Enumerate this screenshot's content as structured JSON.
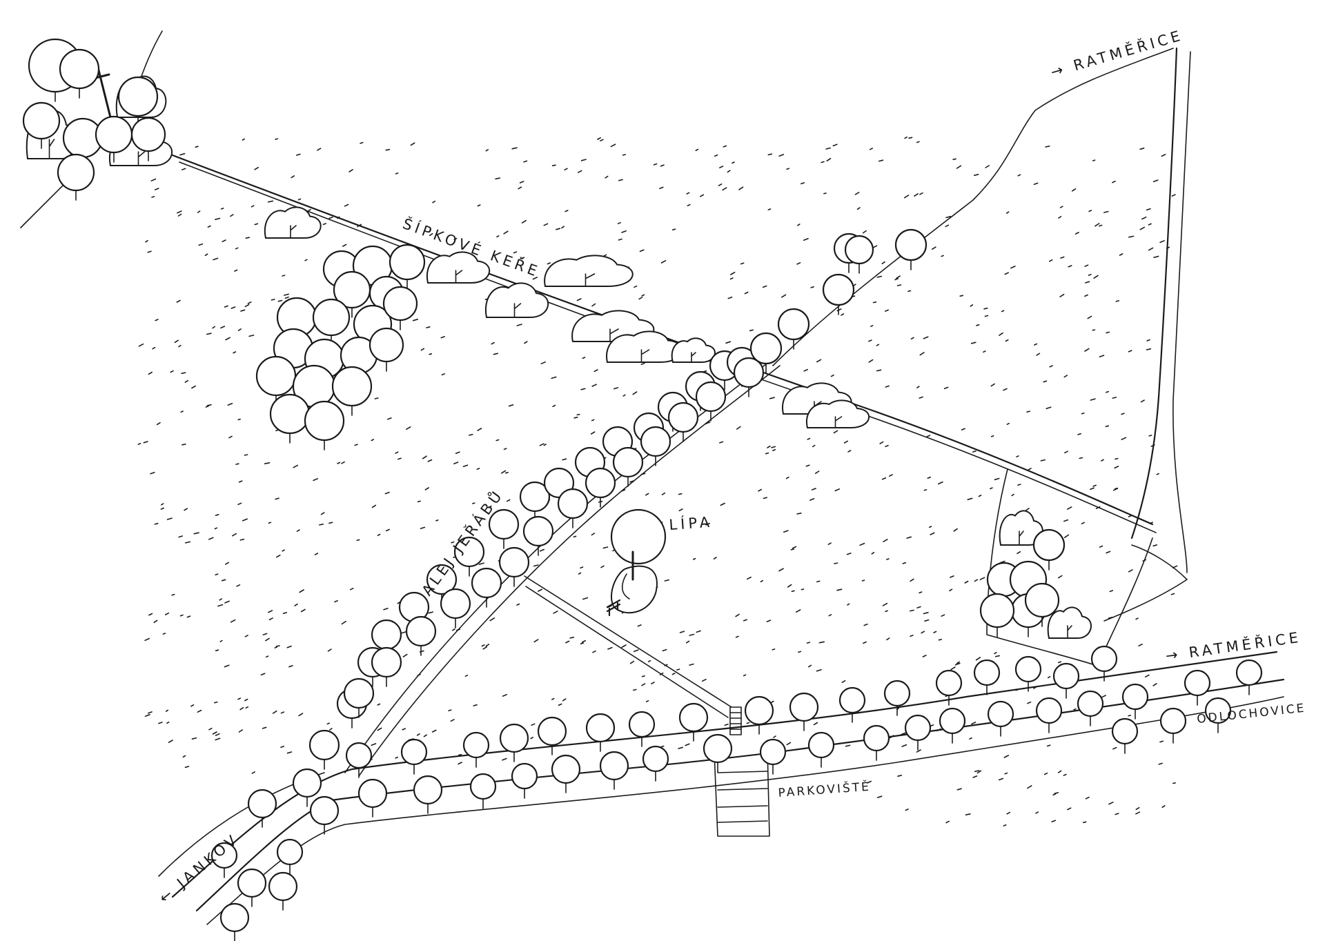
{
  "labels": {
    "ratmerice_top": "→ RATMĚŘICE",
    "ratmerice_right": "→ RATMĚŘICE",
    "sipkove_kere": "ŠÍPKOVÉ KEŘE",
    "alej_jerabu": "ALEJ JEŘÁBŮ",
    "lipa": "LÍPA",
    "parkoviste": "PARKOVIŠTĚ",
    "odlochovice": "ODLOCHOVICE",
    "jankov": "← JANKOV"
  },
  "colors": {
    "ink": "#1a1a1a",
    "paper": "#ffffff"
  },
  "icons": {
    "cross": "wayside-cross-icon",
    "tree": "tree-icon",
    "shrub": "shrub-icon",
    "bench": "bench-icon",
    "steps": "steps-icon"
  }
}
